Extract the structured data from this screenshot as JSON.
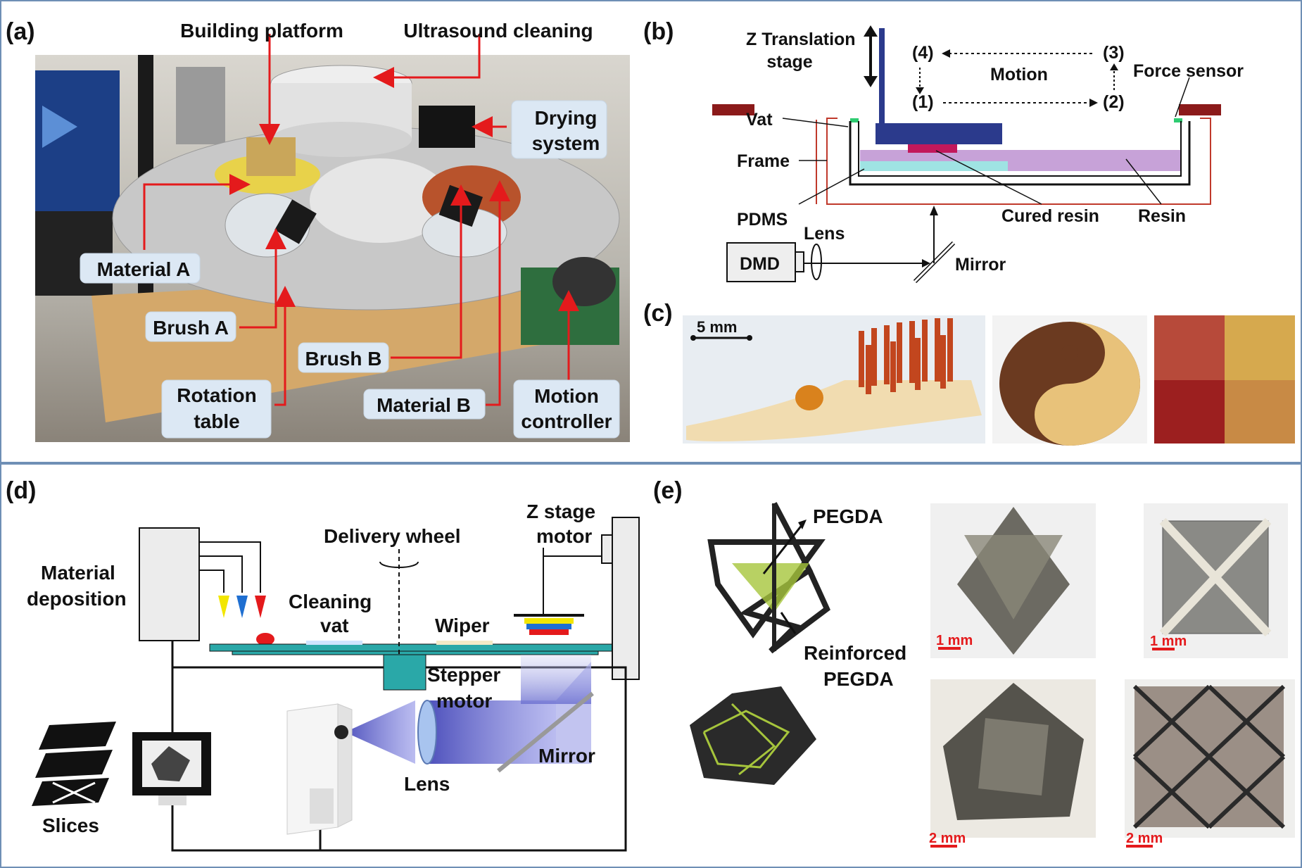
{
  "panels": {
    "a": {
      "label": "(a)",
      "callouts": {
        "building_platform": "Building platform",
        "ultrasound_cleaning": "Ultrasound cleaning",
        "drying_system_1": "Drying",
        "drying_system_2": "system",
        "material_a": "Material A",
        "brush_a": "Brush A",
        "brush_b": "Brush B",
        "rotation_table_1": "Rotation",
        "rotation_table_2": "table",
        "material_b": "Material B",
        "motion_controller_1": "Motion",
        "motion_controller_2": "controller"
      }
    },
    "b": {
      "label": "(b)",
      "z_translation_1": "Z Translation",
      "z_translation_2": "stage",
      "step4": "(4)",
      "step3": "(3)",
      "step1": "(1)",
      "step2": "(2)",
      "motion": "Motion",
      "force_sensor": "Force sensor",
      "vat": "Vat",
      "frame": "Frame",
      "pdms": "PDMS",
      "lens": "Lens",
      "cured_resin": "Cured resin",
      "resin": "Resin",
      "dmd": "DMD",
      "mirror": "Mirror"
    },
    "c": {
      "label": "(c)",
      "scale": "5 mm"
    },
    "d": {
      "label": "(d)",
      "z_stage_1": "Z stage",
      "z_stage_2": "motor",
      "delivery_wheel": "Delivery wheel",
      "material_dep_1": "Material",
      "material_dep_2": "deposition",
      "cleaning_1": "Cleaning",
      "cleaning_2": "vat",
      "wiper": "Wiper",
      "stepper_1": "Stepper",
      "stepper_2": "motor",
      "mirror": "Mirror",
      "lens": "Lens",
      "slices": "Slices"
    },
    "e": {
      "label": "(e)",
      "pegda": "PEGDA",
      "reinforced_1": "Reinforced",
      "reinforced_2": "PEGDA",
      "scale_1mm_a": "1 mm",
      "scale_1mm_b": "1 mm",
      "scale_2mm_a": "2 mm",
      "scale_2mm_b": "2 mm"
    }
  },
  "colors": {
    "panel_border": "#6f8fb5",
    "callout_fill": "#dce8f4",
    "arrow_red": "#e41a1c",
    "stage_navy": "#2b3a8c",
    "resin_purple": "#c7a2d8",
    "pdms_cyan": "#9fe3e3",
    "wheel_teal": "#2aa8a8",
    "beam_blue": "#6b6fd0"
  }
}
